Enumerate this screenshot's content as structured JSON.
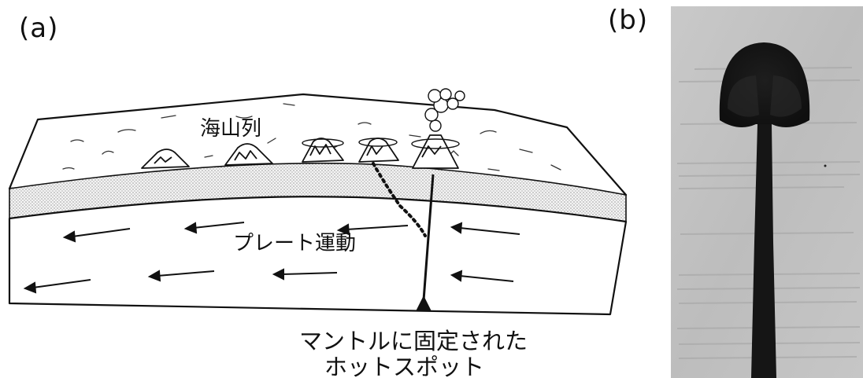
{
  "figure": {
    "panel_a_label": "(a)",
    "panel_b_label": "(b)",
    "labels": {
      "seamount_chain": "海山列",
      "plate_motion": "プレート運動",
      "hotspot_line1": "マントルに固定された",
      "hotspot_line2": "ホットスポット"
    }
  }
}
